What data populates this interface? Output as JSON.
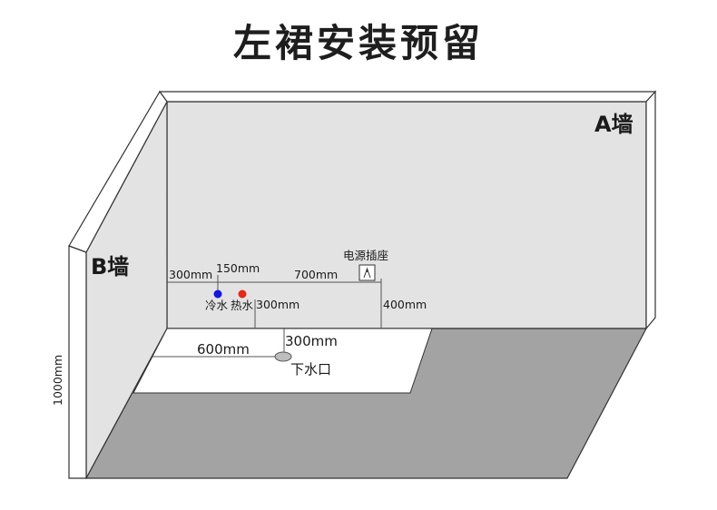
{
  "title": "左裙安装预留",
  "walls": {
    "a": "A墙",
    "b": "B墙"
  },
  "labels": {
    "power_socket": "电源插座",
    "cold_water": "冷水",
    "hot_water": "热水",
    "drain": "下水口"
  },
  "dimensions": {
    "d300_left": "300mm",
    "d150": "150mm",
    "d700": "700mm",
    "d300_pipe": "300mm",
    "d400": "400mm",
    "d600": "600mm",
    "d300_drain": "300mm",
    "d1000": "1000mm"
  },
  "colors": {
    "wall": "#e3e3e3",
    "floor": "#a3a3a3",
    "apron": "#ffffff",
    "cold_water": "#1414e6",
    "hot_water": "#e62814",
    "drain": "#bdbdbd"
  }
}
